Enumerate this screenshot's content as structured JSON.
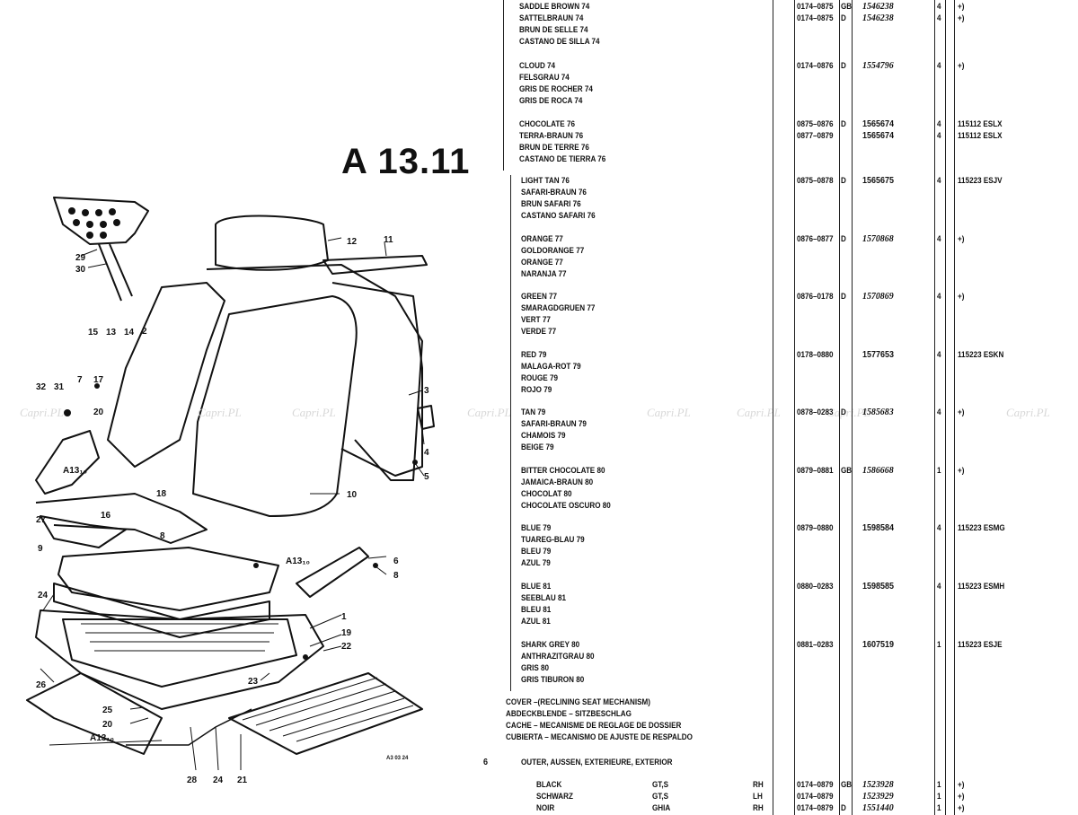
{
  "page_title": "A 13.11",
  "watermark": "Capri.PL",
  "diagram_labels": [
    "29",
    "30",
    "12",
    "11",
    "15",
    "13",
    "14",
    "2",
    "17",
    "32",
    "31",
    "7",
    "20",
    "3",
    "4",
    "5",
    "A13₁₀",
    "18",
    "10",
    "16",
    "27",
    "8",
    "9",
    "A13₁₀",
    "6",
    "8",
    "24",
    "1",
    "19",
    "22",
    "23",
    "26",
    "25",
    "20",
    "A13₁₀",
    "28",
    "24",
    "21"
  ],
  "diagram_stamp": "A3 03 24",
  "colour_rows": [
    {
      "names": [
        "SADDLE BROWN 74",
        "SATTELBRAUN 74",
        "BRUN DE SELLE 74",
        "CASTANO DE SILLA 74"
      ],
      "dates": [
        "0174–0875",
        "0174–0875"
      ],
      "lang": [
        "GB",
        "D"
      ],
      "parts": [
        "1546238",
        "1546238"
      ],
      "italic": true,
      "qty": [
        "4",
        "4"
      ],
      "remark": [
        "+)",
        "+)"
      ]
    },
    {
      "names": [
        "CLOUD 74",
        "FELSGRAU 74",
        "GRIS DE ROCHER 74",
        "GRIS DE ROCA 74"
      ],
      "dates": [
        "0174–0876"
      ],
      "lang": [
        "D"
      ],
      "parts": [
        "1554796"
      ],
      "italic": true,
      "qty": [
        "4"
      ],
      "remark": [
        "+)"
      ]
    },
    {
      "names": [
        "CHOCOLATE 76",
        "TERRA-BRAUN 76",
        "BRUN DE TERRE 76",
        "CASTANO DE TIERRA 76"
      ],
      "dates": [
        "0875–0876",
        "0877–0879"
      ],
      "lang": [
        "D",
        ""
      ],
      "parts": [
        "1565674",
        "1565674"
      ],
      "italic": false,
      "qty": [
        "4",
        "4"
      ],
      "remark": [
        "115112 ESLX",
        "115112 ESLX"
      ]
    },
    {
      "names": [
        "LIGHT TAN 76",
        "SAFARI-BRAUN 76",
        "BRUN SAFARI 76",
        "CASTANO SAFARI 76"
      ],
      "dates": [
        "0875–0878"
      ],
      "lang": [
        "D"
      ],
      "parts": [
        "1565675"
      ],
      "italic": false,
      "qty": [
        "4"
      ],
      "remark": [
        "115223 ESJV"
      ]
    },
    {
      "names": [
        "ORANGE 77",
        "GOLDORANGE 77",
        "ORANGE 77",
        "NARANJA 77"
      ],
      "dates": [
        "0876–0877"
      ],
      "lang": [
        "D"
      ],
      "parts": [
        "1570868"
      ],
      "italic": true,
      "qty": [
        "4"
      ],
      "remark": [
        "+)"
      ]
    },
    {
      "names": [
        "GREEN 77",
        "SMARAGDGRUEN 77",
        "VERT 77",
        "VERDE 77"
      ],
      "dates": [
        "0876–0178"
      ],
      "lang": [
        "D"
      ],
      "parts": [
        "1570869"
      ],
      "italic": true,
      "qty": [
        "4"
      ],
      "remark": [
        "+)"
      ]
    },
    {
      "names": [
        "RED 79",
        "MALAGA-ROT 79",
        "ROUGE 79",
        "ROJO 79"
      ],
      "dates": [
        "0178–0880"
      ],
      "lang": [
        ""
      ],
      "parts": [
        "1577653"
      ],
      "italic": false,
      "qty": [
        "4"
      ],
      "remark": [
        "115223 ESKN"
      ]
    },
    {
      "names": [
        "TAN 79",
        "SAFARI-BRAUN 79",
        "CHAMOIS 79",
        "BEIGE 79"
      ],
      "dates": [
        "0878–0283"
      ],
      "lang": [
        "D"
      ],
      "parts": [
        "1585683"
      ],
      "italic": true,
      "qty": [
        "4"
      ],
      "remark": [
        "+)"
      ]
    },
    {
      "names": [
        "BITTER CHOCOLATE 80",
        "JAMAICA-BRAUN 80",
        "CHOCOLAT 80",
        "CHOCOLATE OSCURO 80"
      ],
      "dates": [
        "0879–0881"
      ],
      "lang": [
        "GB"
      ],
      "parts": [
        "1586668"
      ],
      "italic": true,
      "qty": [
        "1"
      ],
      "remark": [
        "+)"
      ]
    },
    {
      "names": [
        "BLUE 79",
        "TUAREG-BLAU 79",
        "BLEU 79",
        "AZUL 79"
      ],
      "dates": [
        "0879–0880"
      ],
      "lang": [
        ""
      ],
      "parts": [
        "1598584"
      ],
      "italic": false,
      "qty": [
        "4"
      ],
      "remark": [
        "115223 ESMG"
      ]
    },
    {
      "names": [
        "BLUE 81",
        "SEEBLAU 81",
        "BLEU 81",
        "AZUL 81"
      ],
      "dates": [
        "0880–0283"
      ],
      "lang": [
        ""
      ],
      "parts": [
        "1598585"
      ],
      "italic": false,
      "qty": [
        "4"
      ],
      "remark": [
        "115223 ESMH"
      ]
    },
    {
      "names": [
        "SHARK GREY 80",
        "ANTHRAZITGRAU 80",
        "GRIS 80",
        "GRIS TIBURON 80"
      ],
      "dates": [
        "0881–0283"
      ],
      "lang": [
        ""
      ],
      "parts": [
        "1607519"
      ],
      "italic": false,
      "qty": [
        "1"
      ],
      "remark": [
        "115223 ESJE"
      ]
    }
  ],
  "cover_heading": [
    "COVER –(RECLINING SEAT MECHANISM)",
    "ABDECKBLENDE – SITZBESCHLAG",
    "CACHE – MECANISME DE REGLAGE DE DOSSIER",
    "CUBIERTA – MECANISMO DE AJUSTE DE RESPALDO"
  ],
  "item6": {
    "ref": "6",
    "text": "OUTER, AUSSEN, EXTERIEURE, EXTERIOR"
  },
  "bottom_rows": [
    {
      "name": "BLACK",
      "model": "GT,S",
      "side": "RH",
      "date": "0174–0879",
      "lang": "GB",
      "part": "1523928",
      "qty": "1",
      "remark": "+)"
    },
    {
      "name": "SCHWARZ",
      "model": "GT,S",
      "side": "LH",
      "date": "0174–0879",
      "lang": "",
      "part": "1523929",
      "qty": "1",
      "remark": "+)"
    },
    {
      "name": "NOIR",
      "model": "GHIA",
      "side": "RH",
      "date": "0174–0879",
      "lang": "D",
      "part": "1551440",
      "qty": "1",
      "remark": "+)"
    }
  ]
}
